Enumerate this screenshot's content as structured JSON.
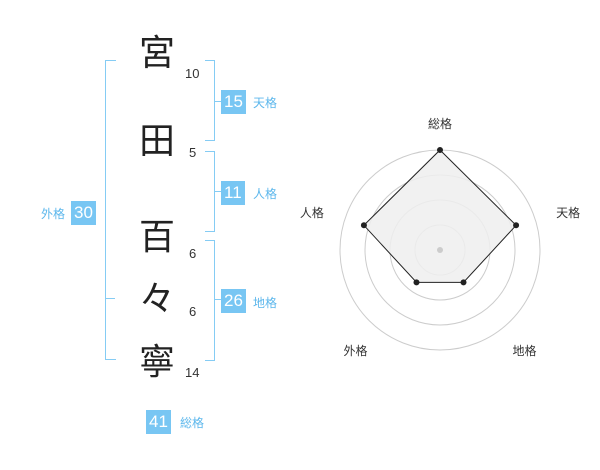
{
  "name": {
    "characters": [
      {
        "char": "宮",
        "strokes": "10"
      },
      {
        "char": "田",
        "strokes": "5"
      },
      {
        "char": "百",
        "strokes": "6"
      },
      {
        "char": "々",
        "strokes": "6"
      },
      {
        "char": "寧",
        "strokes": "14"
      }
    ]
  },
  "scores": {
    "tenkaku": {
      "value": "15",
      "label": "天格"
    },
    "jinkaku": {
      "value": "11",
      "label": "人格"
    },
    "chikaku": {
      "value": "26",
      "label": "地格"
    },
    "gaikaku": {
      "value": "30",
      "label": "外格"
    },
    "soukaku": {
      "value": "41",
      "label": "総格"
    }
  },
  "chart_data": {
    "type": "radar",
    "axes": [
      "総格",
      "天格",
      "地格",
      "外格",
      "人格"
    ],
    "values": [
      5,
      4,
      2,
      2,
      4
    ],
    "max": 5,
    "rings": 4,
    "colors": {
      "fill": "#eeeeee",
      "line": "#222222",
      "ring": "#cccccc",
      "point": "#222222"
    }
  }
}
